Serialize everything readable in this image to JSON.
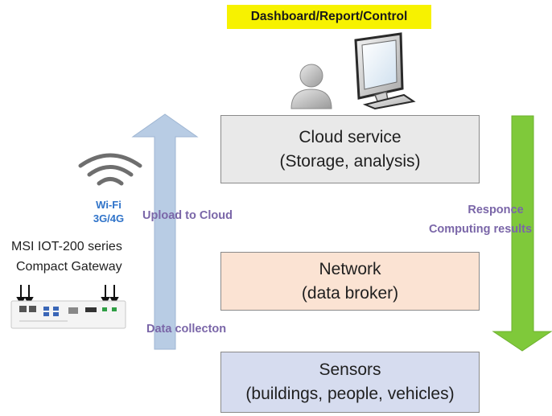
{
  "header": {
    "label": "Dashboard/Report/Control"
  },
  "boxes": {
    "cloud": {
      "line1": "Cloud service",
      "line2": "(Storage, analysis)",
      "color": "#e9e9e9"
    },
    "network": {
      "line1": "Network",
      "line2": "(data broker)",
      "color": "#fbe3d3"
    },
    "sensors": {
      "line1": "Sensors",
      "line2": "(buildings, people, vehicles)",
      "color": "#d6dcef"
    }
  },
  "arrows": {
    "upload": {
      "label": "Upload to Cloud",
      "color": "#b8cce4"
    },
    "data_collection": {
      "label": "Data collecton"
    },
    "response": {
      "line1": "Responce",
      "line2": "Computing results",
      "color": "#7fc93a"
    }
  },
  "wireless": {
    "line1": "Wi-Fi",
    "line2": "3G/4G"
  },
  "gateway": {
    "line1": "MSI IOT-200 series",
    "line2": "Compact Gateway"
  },
  "icons": [
    "user-icon",
    "monitor-icon",
    "wifi-icon",
    "gateway-device-icon"
  ]
}
